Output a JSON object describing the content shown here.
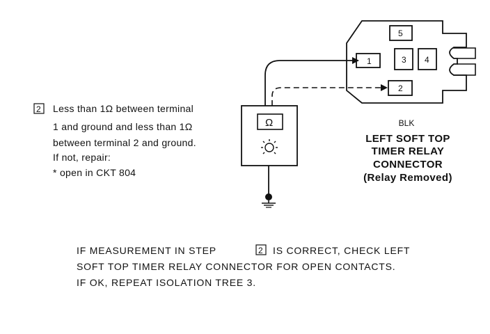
{
  "step": {
    "number": "2",
    "line1": "Less than 1Ω between terminal",
    "line2": "1 and ground and less than 1Ω",
    "line3": "between terminal 2 and ground.",
    "line4": "If not, repair:",
    "line5": "* open in CKT 804"
  },
  "meter": {
    "ohm_symbol": "Ω"
  },
  "connector": {
    "pins": [
      "1",
      "2",
      "3",
      "4",
      "5"
    ],
    "wire_color": "BLK",
    "title_line1": "LEFT SOFT TOP",
    "title_line2": "TIMER RELAY",
    "title_line3": "CONNECTOR",
    "title_line4": "(Relay Removed)"
  },
  "note": {
    "line1_pre": "IF MEASUREMENT IN STEP",
    "step_ref": "2",
    "line1_post": "IS CORRECT, CHECK LEFT",
    "line2": "SOFT TOP TIMER RELAY CONNECTOR FOR OPEN CONTACTS.",
    "line3": "IF OK, REPEAT ISOLATION TREE 3."
  }
}
